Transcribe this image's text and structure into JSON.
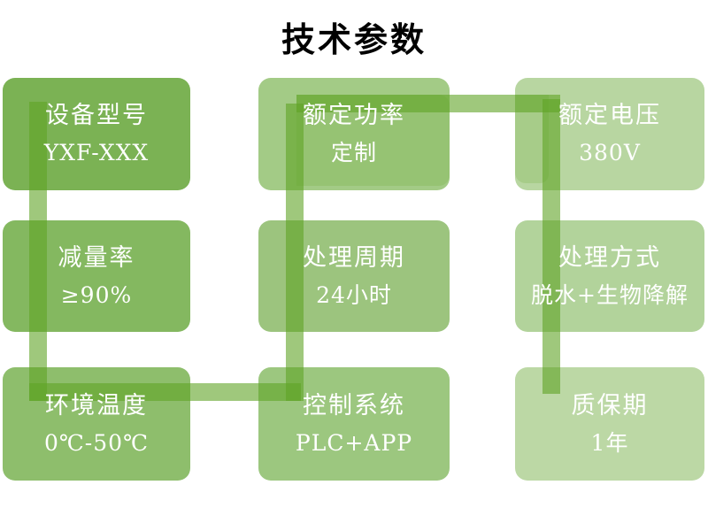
{
  "title": "技术参数",
  "palette": {
    "background": "#ffffff",
    "title_color": "#000000",
    "card_text": "#ffffff",
    "connector": "rgba(95,163,37,0.6)",
    "echo": "rgba(95,163,37,0.19)"
  },
  "cards": [
    {
      "name": "device-model",
      "label": "设备型号",
      "value": "YXF-XXX",
      "color": "#7bb254"
    },
    {
      "name": "reduction-rate",
      "label": "减量率",
      "value": "≥90%",
      "color": "#84b860"
    },
    {
      "name": "ambient-temperature",
      "label": "环境温度",
      "value": "0℃-50℃",
      "color": "#8ebe6c"
    },
    {
      "name": "rated-power",
      "label": "额定功率",
      "value": "定制",
      "color": "#a3cb86"
    },
    {
      "name": "processing-cycle",
      "label": "处理周期",
      "value": "24小时",
      "color": "#9cc47e"
    },
    {
      "name": "control-system",
      "label": "控制系统",
      "value": "PLC+APP",
      "color": "#9cc77f"
    },
    {
      "name": "rated-voltage",
      "label": "额定电压",
      "value": "380V",
      "color": "#b8d6a1"
    },
    {
      "name": "processing-method",
      "label": "处理方式",
      "value": "脱水+生物降解",
      "color": "#b2d39b"
    },
    {
      "name": "warranty-period",
      "label": "质保期",
      "value": "1年",
      "color": "#bcd8a5"
    }
  ]
}
